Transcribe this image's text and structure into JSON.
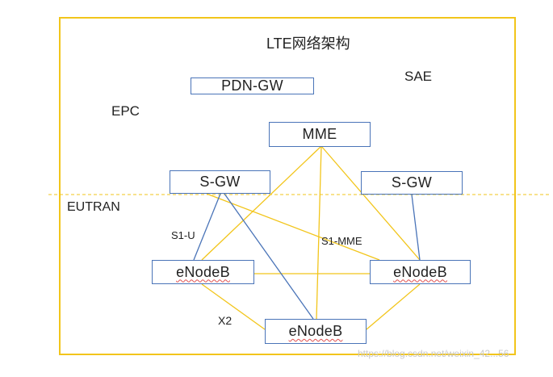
{
  "diagram": {
    "title": "LTE网络架构",
    "regions": {
      "sae": "SAE",
      "epc": "EPC",
      "eutran": "EUTRAN"
    },
    "nodes": {
      "pdn_gw": "PDN-GW",
      "mme": "MME",
      "sgw_left": "S-GW",
      "sgw_right": "S-GW",
      "enodeb_left": "eNodeB",
      "enodeb_right": "eNodeB",
      "enodeb_bottom": "eNodeB"
    },
    "interfaces": {
      "s1_u": "S1-U",
      "s1_mme": "S1-MME",
      "x2": "X2"
    },
    "watermark": "https://blog.csdn.net/weixin_42...56"
  },
  "colors": {
    "frame": "#f2c51b",
    "control_link": "#f2c51b",
    "user_link": "#4a74b8",
    "box_border": "#4a74b8",
    "divider": "#f2c51b"
  }
}
